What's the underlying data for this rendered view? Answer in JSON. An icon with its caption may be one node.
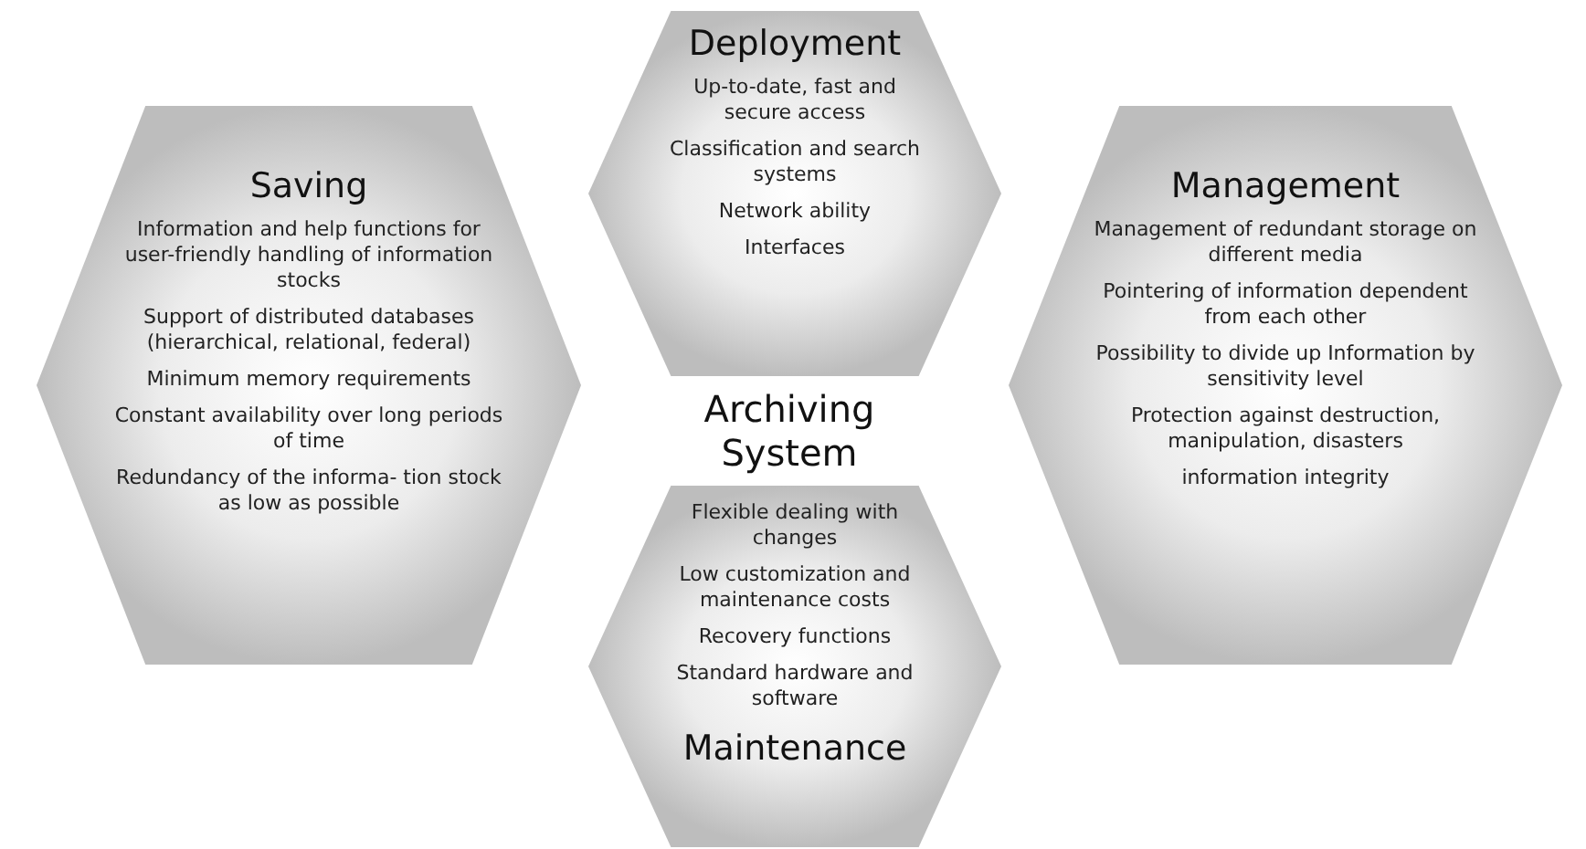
{
  "diagram": {
    "nodes": [
      {
        "text": [
          "Deployment",
          "Up-to-date, fast and secure access",
          "Classification and search systems",
          "Network ability",
          "Interfaces"
        ]
      },
      {
        "text": [
          "Saving",
          "Information and help functions for user-friendly handling of information stocks",
          "Support of distributed databases (hierarchical, relational, federal)",
          "Minimum memory requirements",
          "Constant availability over long periods of time",
          "Redundancy of the informa- tion stock as low as possible"
        ]
      },
      {
        "text": [
          "Management",
          "Management of redundant storage on different media",
          "Pointering of information dependent from each other",
          "Possibility to divide up Information by sensitivity level",
          "Protection against destruction, manipulation, disasters",
          "information integrity"
        ]
      },
      {
        "text": [
          "Flexible dealing with changes",
          "Low customization and maintenance costs",
          "Recovery functions",
          "Standard hardware and software",
          "Maintenance"
        ]
      }
    ],
    "labels": [
      "Archiving System"
    ]
  }
}
